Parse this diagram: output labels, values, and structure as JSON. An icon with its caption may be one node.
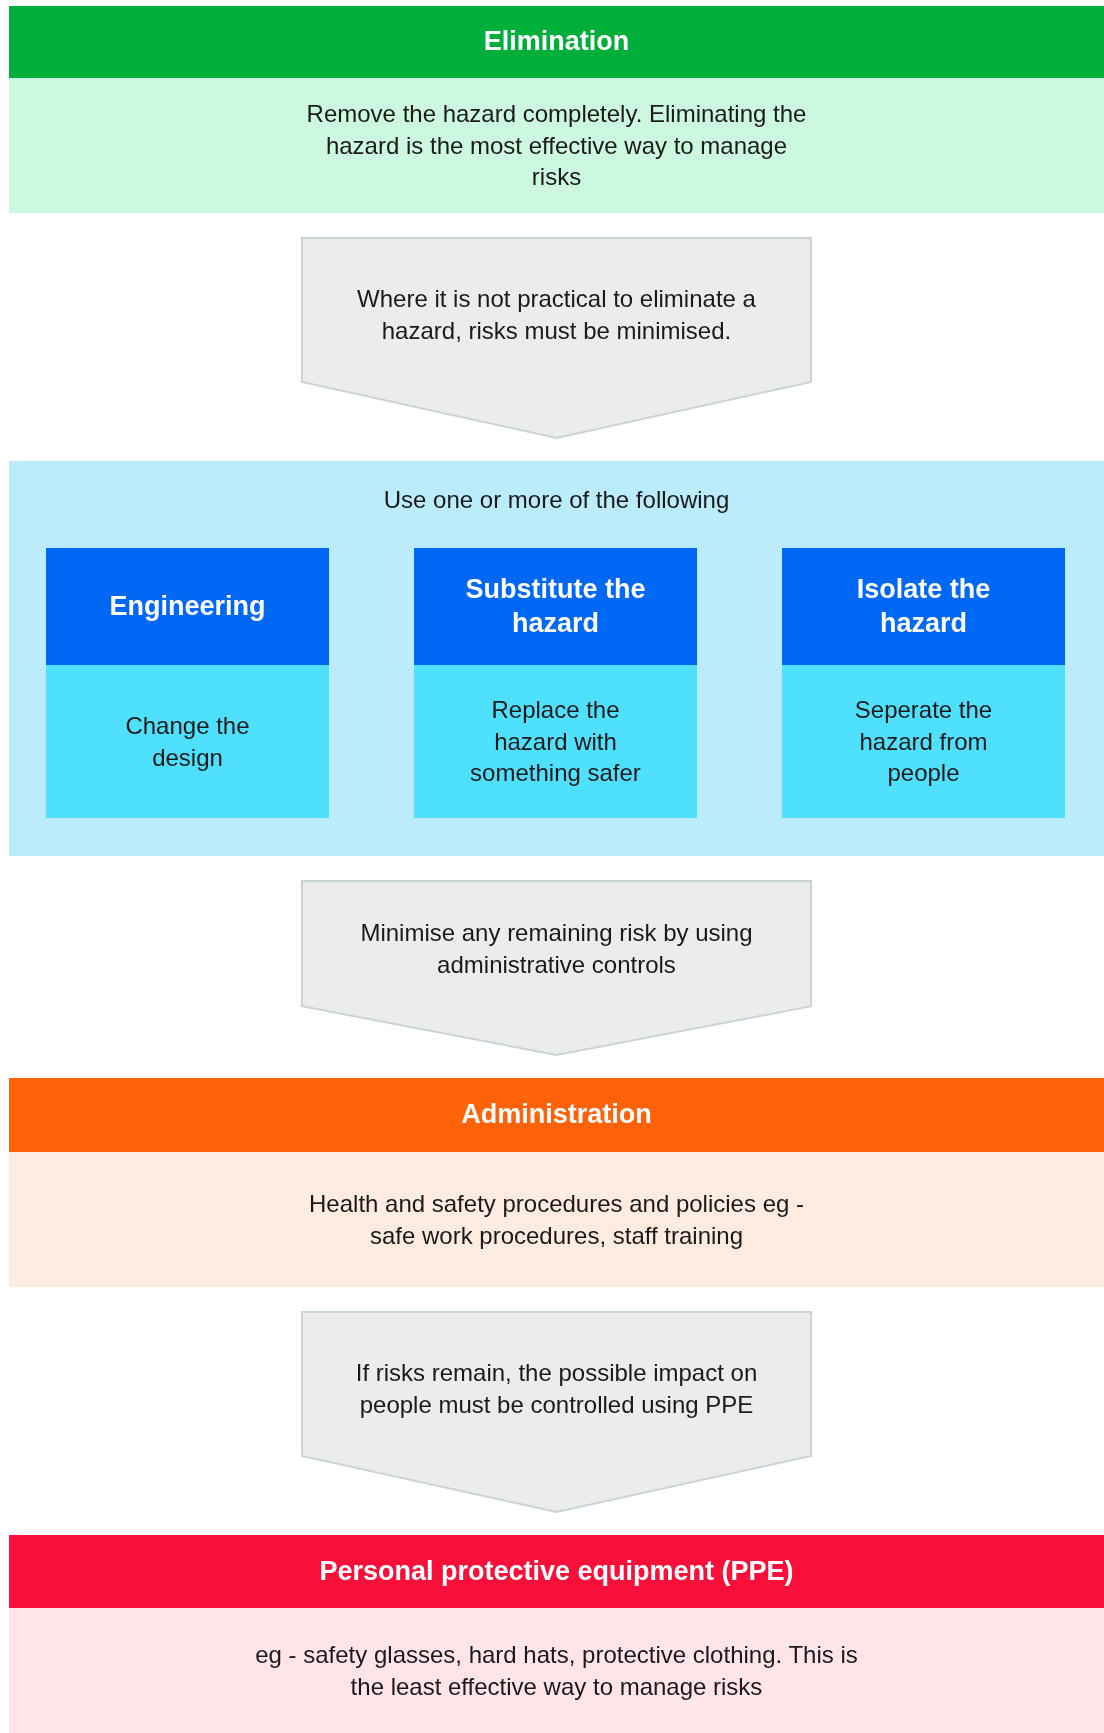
{
  "diagram": {
    "nodes": [
      {
        "text": [
          "Elimination",
          "Remove the hazard completely. Eliminating the hazard is the most effective way to manage risks"
        ]
      },
      {
        "text": [
          "Use one or more of the following"
        ]
      },
      {
        "text": [
          "Engineering",
          "Change the design"
        ],
        "in": 1
      },
      {
        "text": [
          "Substitute the hazard",
          "Replace the hazard with something safer"
        ],
        "in": 1
      },
      {
        "text": [
          "Isolate the hazard",
          "Seperate the hazard from people"
        ],
        "in": 1
      },
      {
        "text": [
          "Administration",
          "Health and safety procedures and policies eg - safe work procedures, staff training"
        ]
      },
      {
        "text": [
          "Personal protective equipment (PPE)",
          "eg - safety glasses, hard hats, protective clothing. This is the least effective way to manage risks"
        ]
      }
    ],
    "edges": [
      {
        "from": 0,
        "to": 1,
        "arrow": "to",
        "label": "Where it is not practical to eliminate a hazard, risks must be minimised."
      },
      {
        "from": 1,
        "to": 5,
        "arrow": "to",
        "label": "Minimise any remaining risk by using administrative controls"
      },
      {
        "from": 5,
        "to": 6,
        "arrow": "to",
        "label": "If risks remain, the possible impact on people must be controlled using PPE"
      }
    ]
  }
}
